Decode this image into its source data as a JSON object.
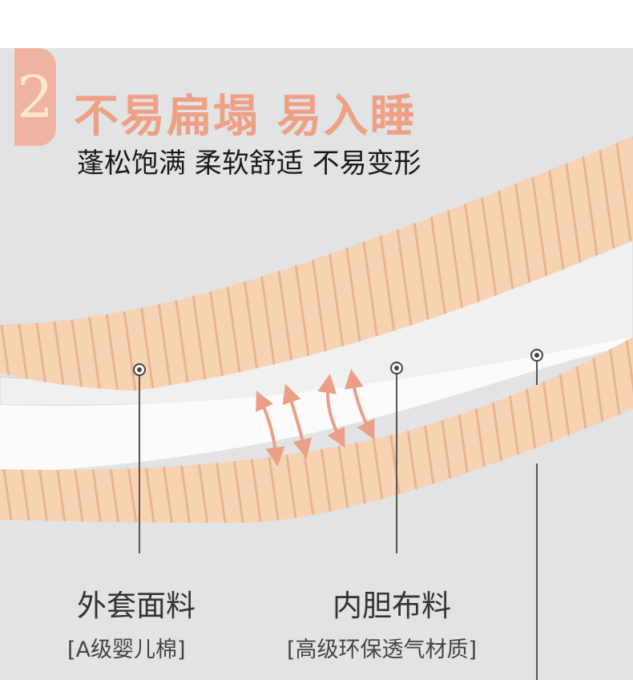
{
  "badge_number": "2",
  "title": "不易扁塌 易入睡",
  "subtitle": "蓬松饱满 柔软舒适 不易变形",
  "labels": [
    {
      "name": "外套面料",
      "detail": "[A级婴儿棉]"
    },
    {
      "name": "内胆布料",
      "detail": "[高级环保透气材质]"
    }
  ],
  "colors": {
    "peach": "#f6cfae",
    "accent": "#ef9f84",
    "background": "#e1e3e4"
  }
}
